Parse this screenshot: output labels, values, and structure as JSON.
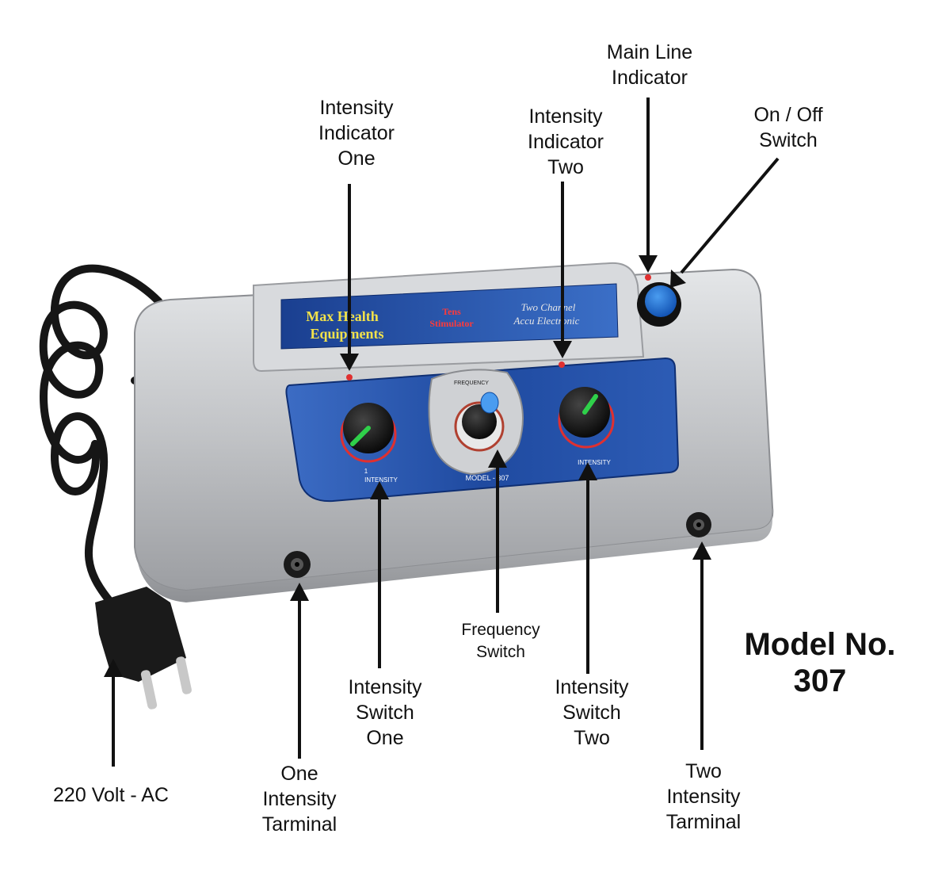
{
  "labels": {
    "main_line_indicator": "Main Line\nIndicator",
    "on_off_switch": "On / Off\nSwitch",
    "intensity_indicator_one": "Intensity\nIndicator\nOne",
    "intensity_indicator_two": "Intensity\nIndicator\nTwo",
    "frequency_switch": "Frequency\nSwitch",
    "intensity_switch_one": "Intensity\nSwitch\nOne",
    "intensity_switch_two": "Intensity\nSwitch\nTwo",
    "power_input": "220 Volt - AC",
    "one_intensity_terminal": "One\nIntensity\nTarminal",
    "two_intensity_terminal": "Two\nIntensity\nTarminal"
  },
  "model": {
    "title": "Model No.\n307"
  },
  "device": {
    "brand": "Max Health\nEquipments",
    "product": "Tens\nStimulator",
    "tagline": "Two Channel\nAccu Electronic",
    "frequency_text": "FREQUENCY",
    "model_text": "MODEL - 307",
    "intensity_text_one": "INTENSITY",
    "intensity_text_two": "INTENSITY",
    "channel_one_number": "1"
  },
  "colors": {
    "panel_blue": "#1f4aa0",
    "body_silver": "#c4c6c9",
    "knob_black": "#111111",
    "pointer_green": "#2fd04a",
    "button_blue": "#1d6fd6",
    "arrow": "#111111",
    "brand_text": "#f2e24a"
  }
}
